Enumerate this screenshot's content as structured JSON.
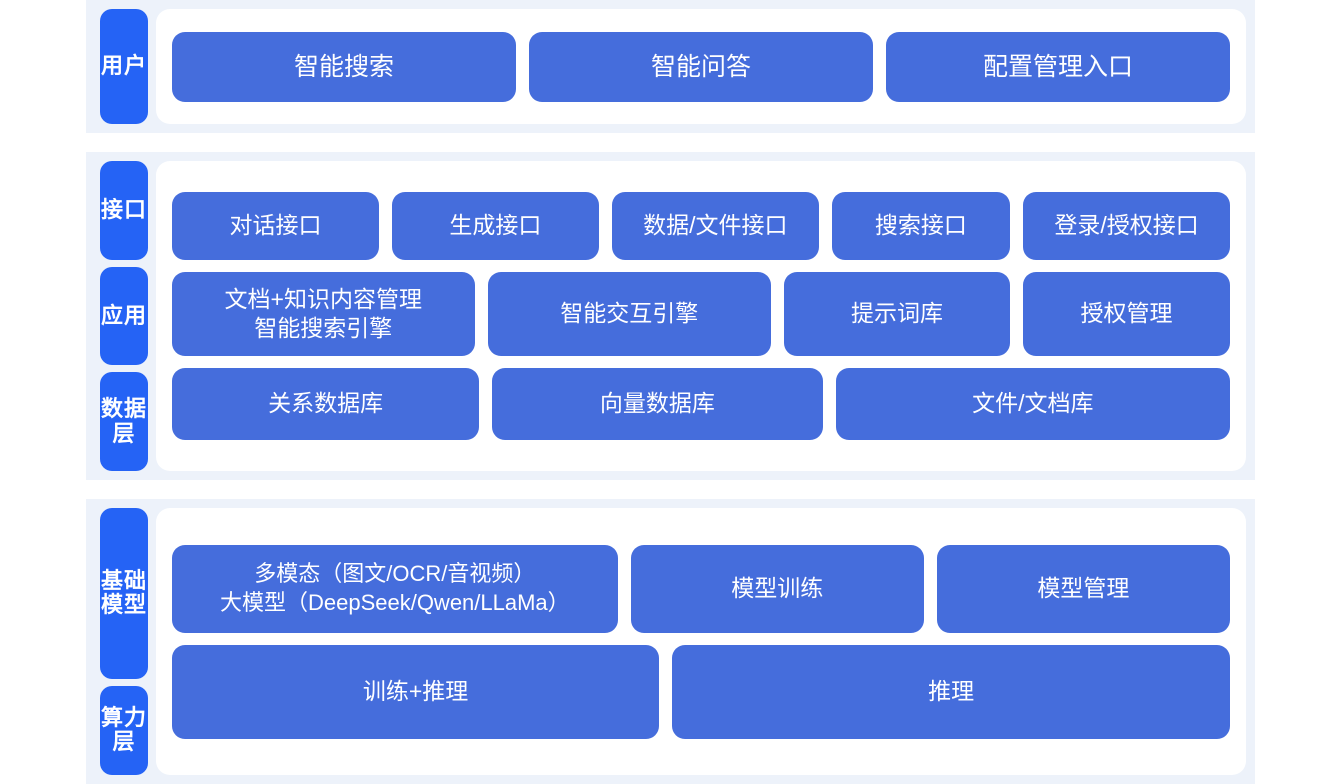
{
  "theme": {
    "page_background": "#ffffff",
    "band_background": "#edf2fa",
    "card_background": "#ffffff",
    "label_color": "#2563f5",
    "box_color": "#456ddc",
    "text_color": "#ffffff"
  },
  "bands": [
    {
      "id": "users",
      "labels": [
        "用户"
      ],
      "rows": [
        {
          "id": "user-entries",
          "boxes": [
            {
              "label": "智能搜索",
              "flex": 1
            },
            {
              "label": "智能问答",
              "flex": 1
            },
            {
              "label": "配置管理入口",
              "flex": 1
            }
          ]
        }
      ]
    },
    {
      "id": "middle",
      "labels": [
        "接口",
        "应用",
        "数据层"
      ],
      "rows": [
        {
          "id": "api",
          "boxes": [
            {
              "label": "对话接口",
              "flex": 1
            },
            {
              "label": "生成接口",
              "flex": 1
            },
            {
              "label": "数据/文件接口",
              "flex": 1
            },
            {
              "label": "搜索接口",
              "flex": 0.85
            },
            {
              "label": "登录/授权接口",
              "flex": 1
            }
          ]
        },
        {
          "id": "app",
          "boxes": [
            {
              "label": "文档+知识内容管理\n智能搜索引擎",
              "flex": 1.5
            },
            {
              "label": "智能交互引擎",
              "flex": 1.4
            },
            {
              "label": "提示词库",
              "flex": 1.1
            },
            {
              "label": "授权管理",
              "flex": 1.0
            }
          ]
        },
        {
          "id": "data",
          "boxes": [
            {
              "label": "关系数据库",
              "flex": 1
            },
            {
              "label": "向量数据库",
              "flex": 1.08
            },
            {
              "label": "文件/文档库",
              "flex": 1.3
            }
          ]
        }
      ]
    },
    {
      "id": "base",
      "labels": [
        "基础模型",
        "算力层"
      ],
      "rows": [
        {
          "id": "model",
          "boxes": [
            {
              "label": "多模态（图文/OCR/音视频）\n大模型（DeepSeek/Qwen/LLaMa）",
              "flex": 1.55,
              "variant": "multimodal"
            },
            {
              "label": "模型训练",
              "flex": 1
            },
            {
              "label": "模型管理",
              "flex": 1
            }
          ]
        },
        {
          "id": "compute",
          "boxes": [
            {
              "label": "训练+推理",
              "flex": 1
            },
            {
              "label": "推理",
              "flex": 1.15
            }
          ]
        }
      ]
    }
  ]
}
